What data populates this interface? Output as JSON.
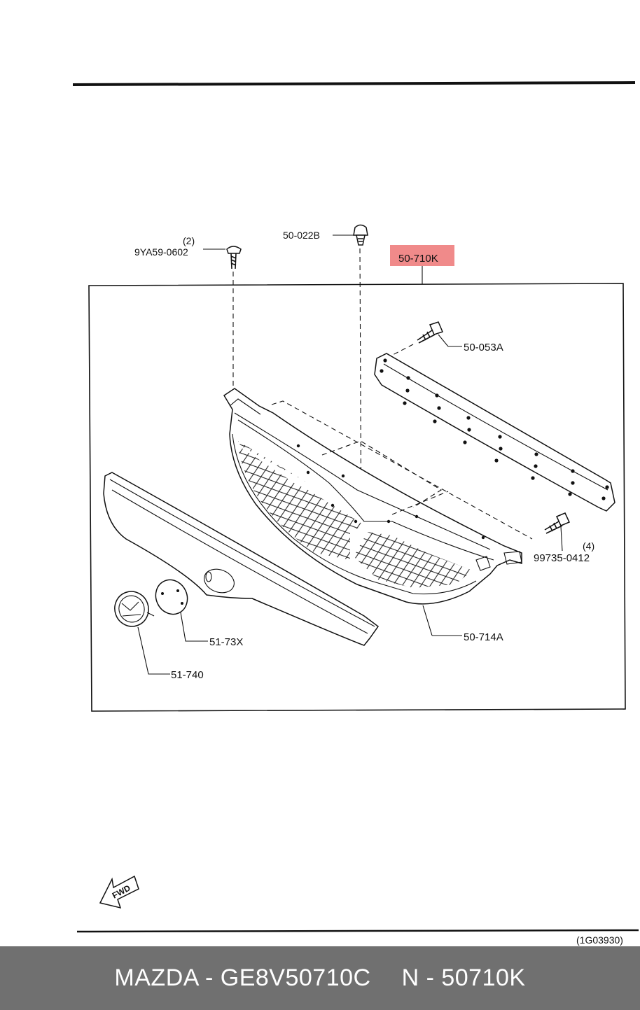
{
  "callouts": {
    "screw_qty": "(2)",
    "screw_part": "9YA59-0602",
    "clip_part": "50-022B",
    "assembly_part": "50-710K",
    "bolt_top_part": "50-053A",
    "bolt_side_qty": "(4)",
    "bolt_side_part": "99735-0412",
    "grille_part": "50-714A",
    "plate_part": "51-73X",
    "emblem_part": "51-740"
  },
  "fwd_label": "FWD",
  "figure_code": "(1G03930)",
  "footer": {
    "brand_part": "MAZDA - GE8V50710C",
    "short_part": "N - 50710K"
  },
  "colors": {
    "highlight": "#f08a8a",
    "footer_bg": "#707070",
    "footer_text": "#ffffff"
  }
}
